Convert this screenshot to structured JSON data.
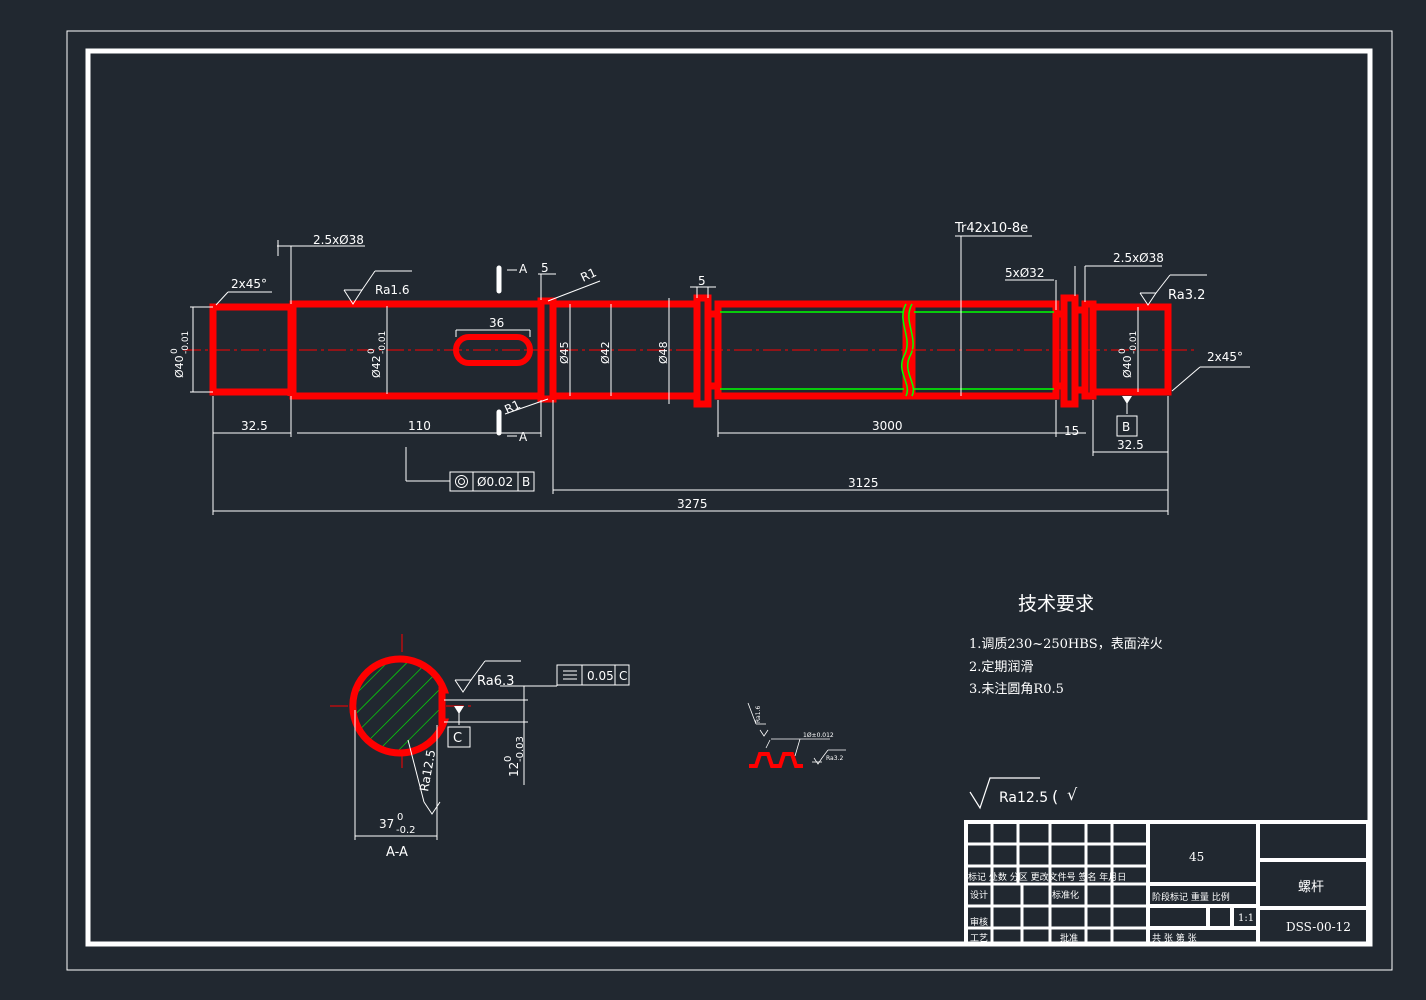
{
  "colors": {
    "background": "#212830",
    "outline": "#ff0000",
    "dim": "#ffffff",
    "thread": "#00ff00",
    "center": "#ff0000"
  },
  "shaft": {
    "chamfer_left": "2x45°",
    "undercut_left": "2.5xØ38",
    "ra_left": "Ra1.6",
    "section_mark_top": "A",
    "section_mark_bottom": "A",
    "key_offset": "5",
    "fillet_top": "R1",
    "fillet_bottom": "R1",
    "groove_width": "5",
    "thread_spec": "Tr42x10-8e",
    "undercut_right_small": "5xØ32",
    "undercut_right": "2.5xØ38",
    "ra_right": "Ra3.2",
    "chamfer_right": "2x45°",
    "dia_left": "Ø40",
    "dia_left_tol_upper": "0",
    "dia_left_tol_lower": "-0.01",
    "dia_mid": "Ø42",
    "dia_mid_tol_upper": "0",
    "dia_mid_tol_lower": "-0.01",
    "keyway_len": "36",
    "dia_45": "Ø45",
    "dia_42": "Ø42",
    "dia_48": "Ø48",
    "dia_right": "Ø40",
    "dia_right_tol_upper": "0",
    "dia_right_tol_lower": "-0.01",
    "datum_b": "B",
    "len_left": "32.5",
    "len_110": "110",
    "len_thread": "3000",
    "len_15": "15",
    "len_right": "32.5",
    "len_3125": "3125",
    "len_total": "3275",
    "fcf_value": "Ø0.02",
    "fcf_datum": "B"
  },
  "section": {
    "ra_keyway": "Ra6.3",
    "fcf_value": "0.05",
    "fcf_datum": "C",
    "datum_c": "C",
    "ra_bottom": "Ra12.5",
    "depth": "12",
    "depth_tol_upper": "0",
    "depth_tol_lower": "-0.03",
    "width": "37",
    "width_tol_upper": "0",
    "width_tol_lower": "-0.2",
    "label": "A-A"
  },
  "thread_detail": {
    "ra_flank": "Ra1.6",
    "tolerance": "1Ø±0.012",
    "ra_root": "Ra3.2"
  },
  "tech_requirements": {
    "title": "技术要求",
    "item1": "1.调质230~250HBS，表面淬火",
    "item2": "2.定期润滑",
    "item3": "3.未注圆角R0.5"
  },
  "general_roughness": {
    "ra": "Ra12.5",
    "paren_open": "(",
    "check": "√"
  },
  "title_block": {
    "material": "45",
    "part_name": "螺杆",
    "drawing_no": "DSS-00-12",
    "scale": "1:1",
    "row_labels": "标记 处数 分区 更改文件号 签名 年月日",
    "design": "设计",
    "standardize": "标准化",
    "stage_row": "阶段标记 重量 比例",
    "review": "审核",
    "process": "工艺",
    "approve": "批准",
    "sheets": "共 张 第 张"
  }
}
